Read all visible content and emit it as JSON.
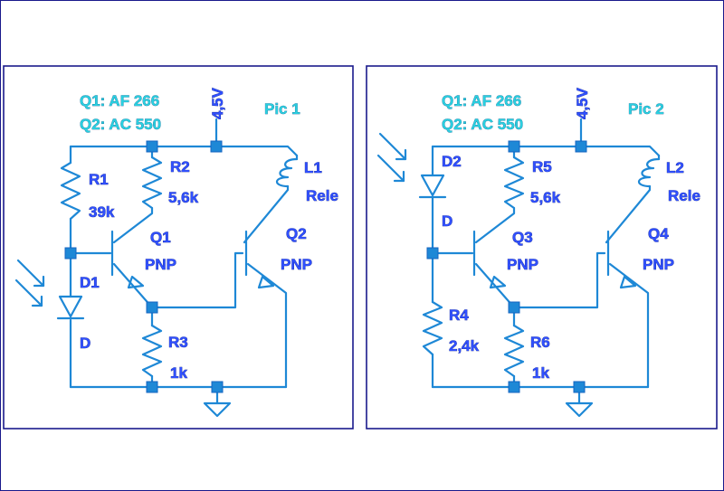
{
  "pic1": {
    "transistors_line1": "Q1: AF 266",
    "transistors_line2": "Q2: AC 550",
    "voltage": "4,5V",
    "title": "Pic 1",
    "r1": "R1",
    "r1_value": "39k",
    "r2": "R2",
    "r2_value": "5,6k",
    "r3": "R3",
    "r3_value": "1k",
    "q1": "Q1",
    "q1_type": "PNP",
    "q2": "Q2",
    "q2_type": "PNP",
    "l1": "L1",
    "l1_desc": "Rele",
    "d1": "D1",
    "d1_type": "D"
  },
  "pic2": {
    "transistors_line1": "Q1: AF 266",
    "transistors_line2": "Q2: AC 550",
    "voltage": "4,5V",
    "title": "Pic 2",
    "d2": "D2",
    "d2_type": "D",
    "r5": "R5",
    "r5_value": "5,6k",
    "r4": "R4",
    "r4_value": "2,4k",
    "r6": "R6",
    "r6_value": "1k",
    "q3": "Q3",
    "q3_type": "PNP",
    "q4": "Q4",
    "q4_type": "PNP",
    "l2": "L2",
    "l2_desc": "Rele"
  }
}
